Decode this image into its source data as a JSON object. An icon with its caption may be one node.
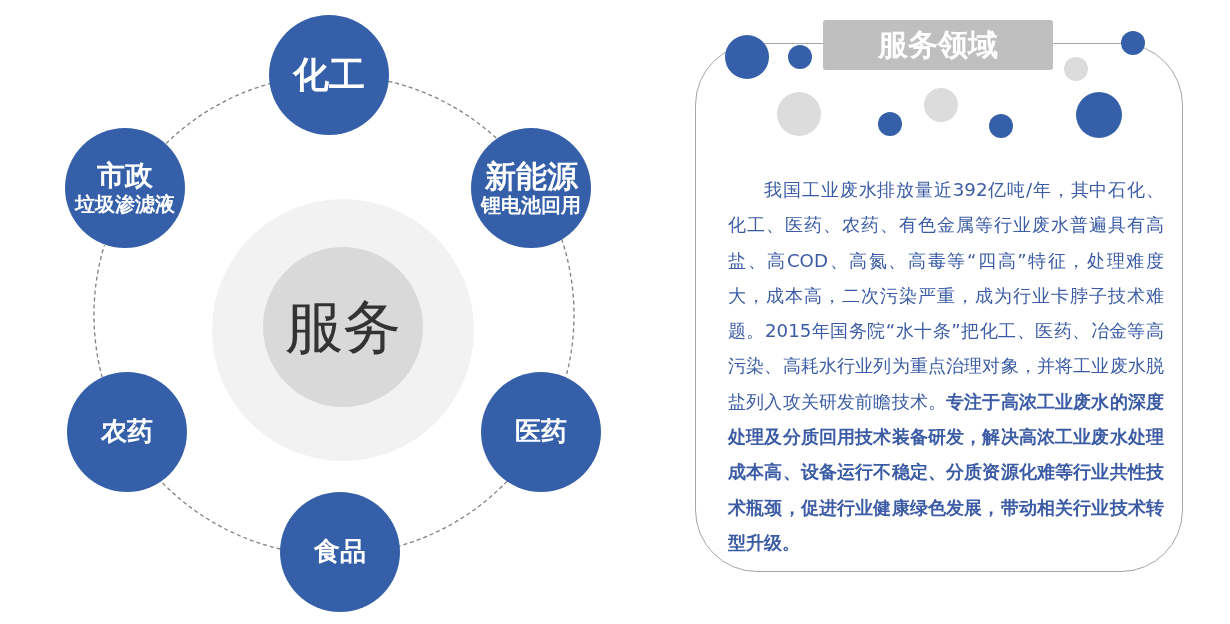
{
  "diagram": {
    "nodes": [
      {
        "text": [
          "服务"
        ]
      },
      {
        "text": [
          "化工"
        ]
      },
      {
        "text": [
          "新能源",
          "锂电池回用"
        ]
      },
      {
        "text": [
          "医药"
        ]
      },
      {
        "text": [
          "食品"
        ]
      },
      {
        "text": [
          "农药"
        ]
      },
      {
        "text": [
          "市政",
          "垃圾渗滤液"
        ]
      },
      {
        "text": [
          "服务领域",
          "我国工业废水排放量近392亿吨/年，其中石化、化工、医药、农药、有色金属等行业废水普遍具有高盐、高COD、高氮、高毒等“四高”特征，处理难度大，成本高，二次污染严重，成为行业卡脖子技术难题。2015年国务院“水十条”把化工、医药、冶金等高污染、高耗水行业列为重点治理对象，并将工业废水脱盐列入攻关研发前瞻技术。**专注于高浓工业废水的深度处理及分质回用技术装备研发，解决高浓工业废水处理成本高、设备运行不稳定、分质资源化难等行业共性技术瓶颈，促进行业健康绿色发展，带动相关行业技术转型升级。**"
        ]
      }
    ],
    "edges": [
      {
        "from": 1,
        "to": 2,
        "arrow": "none",
        "style": "dashed"
      },
      {
        "from": 2,
        "to": 3,
        "arrow": "none",
        "style": "dashed"
      },
      {
        "from": 3,
        "to": 4,
        "arrow": "none",
        "style": "dashed"
      },
      {
        "from": 4,
        "to": 5,
        "arrow": "none",
        "style": "dashed"
      },
      {
        "from": 5,
        "to": 6,
        "arrow": "none",
        "style": "dashed"
      },
      {
        "from": 6,
        "to": 1,
        "arrow": "none",
        "style": "dashed"
      }
    ]
  }
}
